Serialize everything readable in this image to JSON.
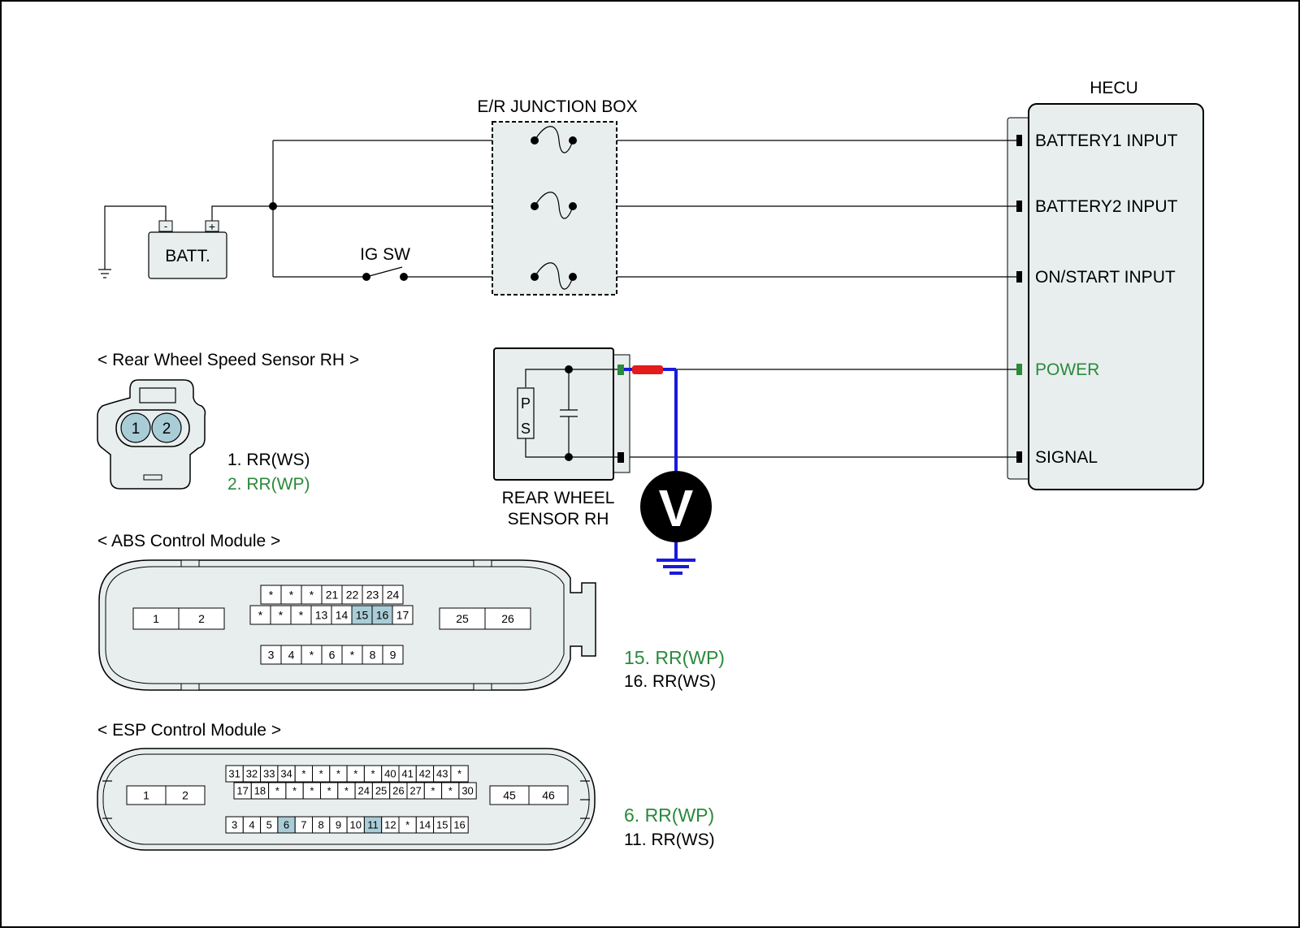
{
  "colors": {
    "line": "#000000",
    "box_fill": "#e8eeee",
    "pin_highlight": "#a9cdd7",
    "wp_green": "#2a8a3a",
    "probe_blue": "#1a1adc",
    "probe_red": "#e31b1b",
    "meter_black": "#000000"
  },
  "hecu": {
    "title": "HECU",
    "inputs": [
      "BATTERY1 INPUT",
      "BATTERY2 INPUT",
      "ON/START INPUT",
      "POWER",
      "SIGNAL"
    ]
  },
  "junction_box": {
    "title": "E/R JUNCTION BOX"
  },
  "battery": {
    "label": "BATT.",
    "minus": "-",
    "plus": "+"
  },
  "ig_switch": {
    "label": "IG SW"
  },
  "rear_sensor": {
    "line1": "REAR WHEEL",
    "line2": "SENSOR RH",
    "p": "P",
    "s": "S"
  },
  "voltmeter": {
    "symbol": "V"
  },
  "rws_connector": {
    "title": "< Rear Wheel Speed Sensor RH >",
    "pins": [
      "1",
      "2"
    ],
    "legend": [
      "1. RR(WS)",
      "2. RR(WP)"
    ]
  },
  "abs_module": {
    "title": "< ABS Control Module >",
    "row1": [
      "*",
      "*",
      "*",
      "21",
      "22",
      "23",
      "24"
    ],
    "row2": [
      "*",
      "*",
      "*",
      "13",
      "14",
      "15",
      "16",
      "17"
    ],
    "row3": [
      "3",
      "4",
      "*",
      "6",
      "*",
      "8",
      "9"
    ],
    "left": [
      "1",
      "2"
    ],
    "right": [
      "25",
      "26"
    ],
    "legend": [
      "15. RR(WP)",
      "16. RR(WS)"
    ]
  },
  "esp_module": {
    "title": "< ESP Control Module >",
    "row1": [
      "31",
      "32",
      "33",
      "34",
      "*",
      "*",
      "*",
      "*",
      "*",
      "40",
      "41",
      "42",
      "43",
      "*"
    ],
    "row2": [
      "17",
      "18",
      "*",
      "*",
      "*",
      "*",
      "*",
      "24",
      "25",
      "26",
      "27",
      "*",
      "*",
      "30"
    ],
    "row3": [
      "3",
      "4",
      "5",
      "6",
      "7",
      "8",
      "9",
      "10",
      "11",
      "12",
      "*",
      "14",
      "15",
      "16"
    ],
    "left": [
      "1",
      "2"
    ],
    "right": [
      "45",
      "46"
    ],
    "legend": [
      "6. RR(WP)",
      "11. RR(WS)"
    ]
  }
}
